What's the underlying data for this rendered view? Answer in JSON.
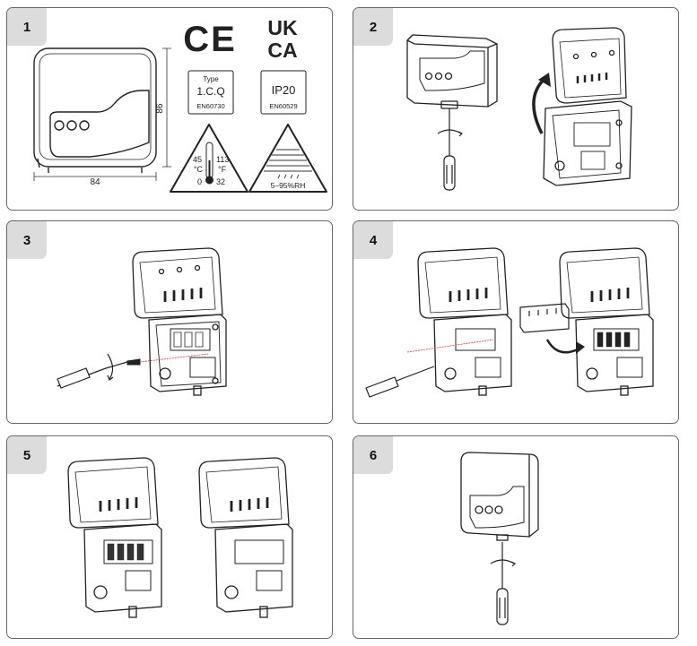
{
  "panels": [
    {
      "number": "1"
    },
    {
      "number": "2"
    },
    {
      "number": "3"
    },
    {
      "number": "4"
    },
    {
      "number": "5"
    },
    {
      "number": "6"
    }
  ],
  "dimensions": {
    "width": "84",
    "height": "86"
  },
  "marks": {
    "ce": "CE",
    "ukca_top": "UK",
    "ukca_bottom": "CA",
    "type_label": "Type",
    "type_value": "1.C.Q",
    "type_standard": "EN60730",
    "ip_value": "IP20",
    "ip_standard": "EN60529"
  },
  "temperature": {
    "celsius_max": "45",
    "celsius_unit": "°C",
    "celsius_min": "0",
    "fahrenheit_max": "113",
    "fahrenheit_unit": "°F",
    "fahrenheit_min": "32"
  },
  "humidity": {
    "range": "5–95%RH"
  }
}
